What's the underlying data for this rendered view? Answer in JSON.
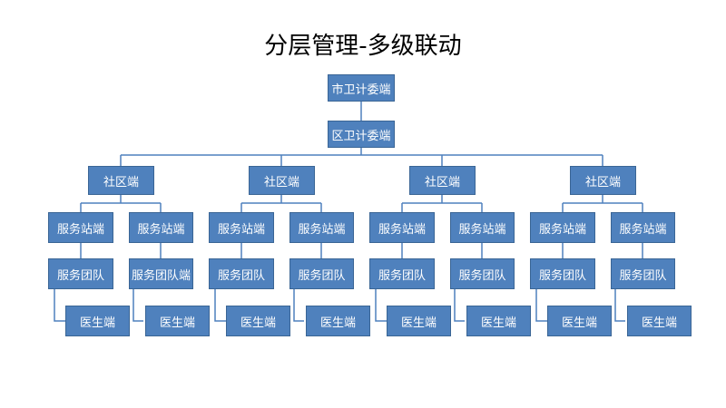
{
  "title": "分层管理-多级联动",
  "colors": {
    "node_fill": "#4f81bd",
    "node_border": "#3a6595",
    "connector": "#4f81bd"
  },
  "city": "市卫计委端",
  "district": "区卫计委端",
  "communities": [
    {
      "label": "社区端",
      "stations": [
        {
          "label": "服务站端",
          "team": "服务团队",
          "doctor": "医生端"
        },
        {
          "label": "服务站端",
          "team": "服务团队端",
          "doctor": "医生端"
        }
      ]
    },
    {
      "label": "社区端",
      "stations": [
        {
          "label": "服务站端",
          "team": "服务团队",
          "doctor": "医生端"
        },
        {
          "label": "服务站端",
          "team": "服务团队",
          "doctor": "医生端"
        }
      ]
    },
    {
      "label": "社区端",
      "stations": [
        {
          "label": "服务站端",
          "team": "服务团队",
          "doctor": "医生端"
        },
        {
          "label": "服务站端",
          "team": "服务团队",
          "doctor": "医生端"
        }
      ]
    },
    {
      "label": "社区端",
      "stations": [
        {
          "label": "服务站端",
          "team": "服务团队",
          "doctor": "医生端"
        },
        {
          "label": "服务站端",
          "team": "服务团队",
          "doctor": "医生端"
        }
      ]
    }
  ]
}
